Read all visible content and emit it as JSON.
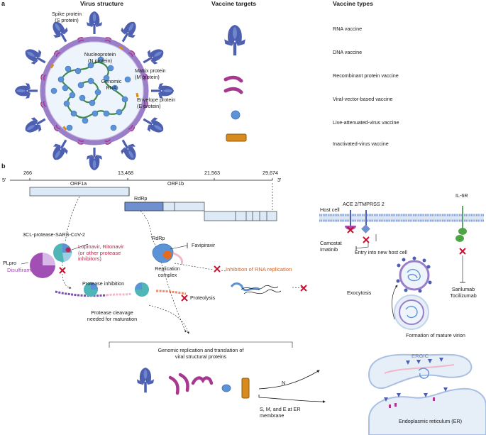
{
  "panel_a": {
    "label": "a",
    "headers": {
      "virus_structure": "Virus structure",
      "vaccine_targets": "Vaccine targets",
      "vaccine_types": "Vaccine types"
    },
    "virus_labels": {
      "spike": "Spike protein\n(S protein)",
      "nucleoprotein": "Nucleoprotein\n(N protein)",
      "genomic_rna": "Genomic\nRNA",
      "matrix": "Matrix protein\n(M protein)",
      "envelope": "Envelope protein\n(E protein)"
    },
    "vaccine_types": [
      "RNA vaccine",
      "DNA vaccine",
      "Recombinant protein vaccine",
      "Viral-vector-based vaccine",
      "Live-attenuated-virus vaccine",
      "Inactivated-virus vaccine"
    ]
  },
  "panel_b": {
    "label": "b",
    "genome": {
      "five_prime": "5'",
      "three_prime": "3'",
      "positions": [
        "266",
        "13,468",
        "21,563",
        "29,674"
      ],
      "orf1a": "ORF1a",
      "orf1b": "ORF1b",
      "rdrp_box": "RdRp"
    },
    "left": {
      "protease": "3CL-protease-SARS-CoV-2",
      "plpro": "PLpro",
      "disulfiram": "Disulfiram",
      "lopinavir": "Lopinavir, Ritonavir\n(or other protease\ninhibitors)",
      "protease_inhibition": "Protease inhibition",
      "proteolysis": "Proteolysis",
      "cleavage": "Protease cleavage\nneeded for maturation"
    },
    "middle": {
      "rdrp": "RdRp",
      "favipiravir": "Favipiravir",
      "replication_complex": "Replication\ncomplex",
      "inhibition_rna": "Inhibition  of RNA replication",
      "genomic_box": "Genomic replication and translation of\nviral structural proteins",
      "n_label": "N",
      "sme_label": "S, M, and E at ER\nmembrane"
    },
    "right": {
      "ace2": "ACE 2/TMPRSS 2",
      "il6r": "IL-6R",
      "host_cell": "Host cell",
      "camostat": "Camostat\nImatinib",
      "entry": "Entry into new host cell",
      "exocytosis": "Exocytosis",
      "sarilumab": "Sarilumab\nTocilizumab",
      "mature_virion": "Formation of mature virion",
      "ergic": "ERGIC",
      "er": "Endoplasmic reticulum (ER)"
    }
  },
  "colors": {
    "spike_blue": "#4d5fb0",
    "spike_light": "#6f86cf",
    "membrane_purple": "#9a7fc8",
    "matrix_magenta": "#a8388f",
    "nucleo_blue": "#5b93d6",
    "rna_green": "#3f8a46",
    "envelope_orange": "#d98a1c",
    "drug_red": "#c0264a",
    "inhibit_x": "#c8102e",
    "orange_text": "#d9621c",
    "teal": "#4fb6b8"
  }
}
